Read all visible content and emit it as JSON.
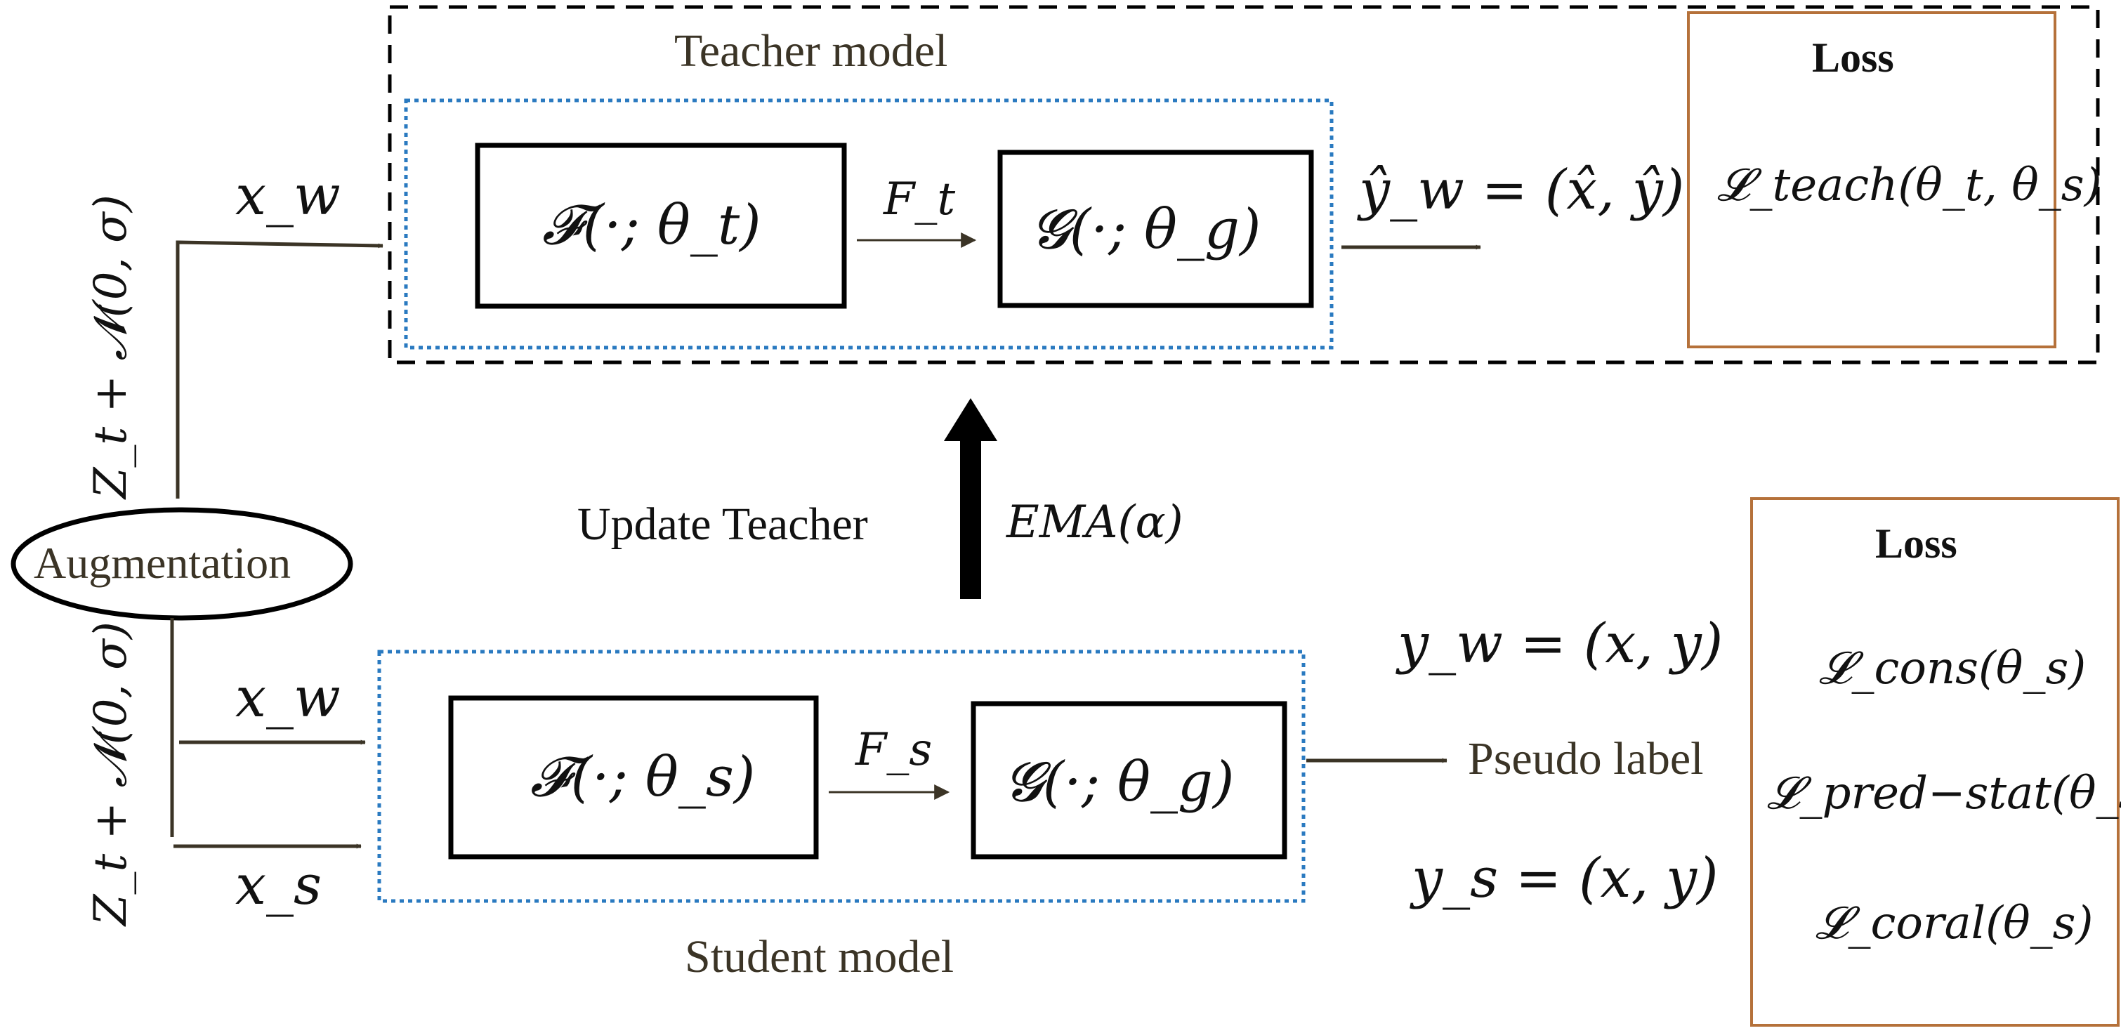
{
  "colors": {
    "dashed_border": "#000000",
    "dotted_border": "#2a7ac0",
    "loss_border": "#b5713a",
    "arrow": "#3b3426",
    "text": "#111111"
  },
  "teacher": {
    "title": "Teacher model",
    "encoder": "𝓕(·; θ_t)",
    "feature": "F_t",
    "head": "𝓖(·; θ_g)",
    "output": "ŷ_w = (x̂, ŷ)"
  },
  "student": {
    "title": "Student model",
    "encoder": "𝓕(·; θ_s)",
    "feature": "F_s",
    "head": "𝓖(·; θ_g)",
    "pseudo_label": "Pseudo label",
    "weak_target": "y_w = (x, y)",
    "strong_target": "y_s = (x, y)"
  },
  "update": {
    "label": "Update Teacher",
    "ema": "EMA(α)"
  },
  "augmentation": {
    "label": "Augmentation",
    "noise_top": "Z_t + 𝓝(0, σ)",
    "noise_bottom": "Z_t + 𝓝(0, σ)",
    "teacher_input": "x_w",
    "student_weak_input": "x_w",
    "student_strong_input": "x_s"
  },
  "teacher_loss": {
    "title": "Loss",
    "items": [
      "𝓛_teach(θ_t, θ_s)"
    ]
  },
  "student_loss": {
    "title": "Loss",
    "items": [
      "𝓛_cons(θ_s)",
      "𝓛_pred−stat(θ_s)",
      "𝓛_coral(θ_s)"
    ]
  }
}
